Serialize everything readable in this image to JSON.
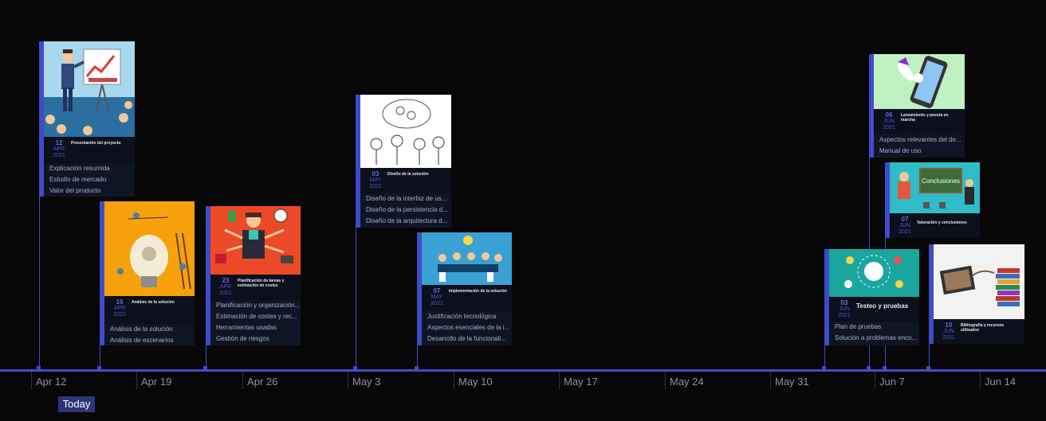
{
  "axis": {
    "labels": [
      "Apr 12",
      "Apr 19",
      "Apr 26",
      "May 3",
      "May 10",
      "May 17",
      "May 24",
      "May 31",
      "Jun 7",
      "Jun 14"
    ],
    "today_label": "Today"
  },
  "colors": {
    "accent": "#3f4bc8",
    "background": "#070707",
    "card": "#0c0f1c"
  },
  "events": [
    {
      "day": "12",
      "month": "APR",
      "year": "2021",
      "title": "Presentación del proyecto",
      "items": [
        "Explicación resumida",
        "Estudio de mercado",
        "Valor del producto"
      ]
    },
    {
      "day": "16",
      "month": "APR",
      "year": "2021",
      "title": "Análisis de la solución",
      "items": [
        "Análisis de la solución",
        "Análisis de escenarios"
      ]
    },
    {
      "day": "23",
      "month": "APR",
      "year": "2021",
      "title": "Planificación de tareas y estimación de costes",
      "items": [
        "Planificación y organización...",
        "Estimación de costes y rec...",
        "Herramientas usadas",
        "Gestión de riesgos"
      ]
    },
    {
      "day": "03",
      "month": "MAY",
      "year": "2021",
      "title": "Diseño de la solución",
      "items": [
        "Diseño de la interfaz de us...",
        "Diseño de la persistencia d...",
        "Diseño de la arquitectura d..."
      ]
    },
    {
      "day": "07",
      "month": "MAY",
      "year": "2021",
      "title": "Implementación de la solución",
      "items": [
        "Justificación tecnológica",
        "Aspectos esenciales de la i...",
        "Desarrollo de la funcionali..."
      ]
    },
    {
      "day": "03",
      "month": "JUN",
      "year": "2021",
      "title": "Testeo y pruebas",
      "items": [
        "Plan de pruebas",
        "Solución a problemas enco..."
      ]
    },
    {
      "day": "06",
      "month": "JUN",
      "year": "2021",
      "title": "Lanzamiento y puesta en marcha",
      "items": [
        "Aspectos relevantes del de...",
        "Manual de uso"
      ]
    },
    {
      "day": "07",
      "month": "JUN",
      "year": "2021",
      "title": "Valoración y conclusiones",
      "items": []
    },
    {
      "day": "10",
      "month": "JUN",
      "year": "2021",
      "title": "Bibliografía y recursos utilizados",
      "items": []
    }
  ],
  "image_text": {
    "conclusions_board": "Conclusiones"
  }
}
